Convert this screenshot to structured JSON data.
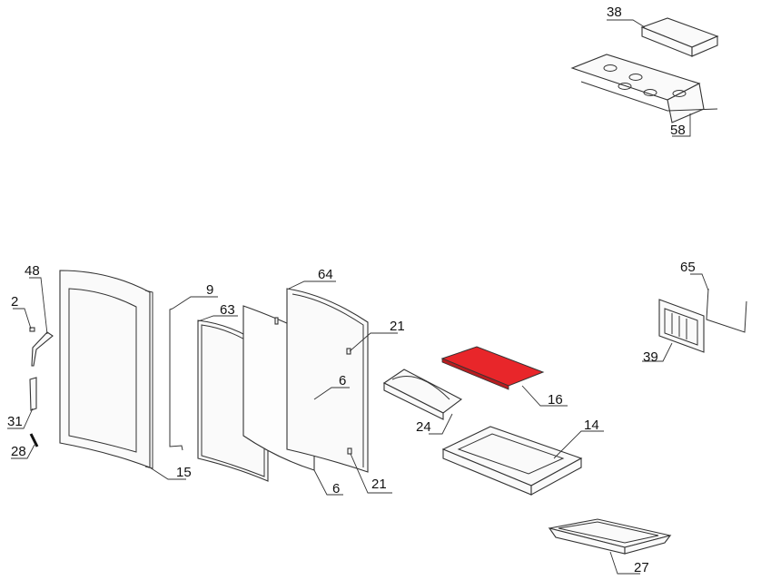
{
  "diagram": {
    "type": "exploded-parts-view",
    "highlight_color": "#e8262a",
    "labels": {
      "p38": "38",
      "p58": "58",
      "p48": "48",
      "p2": "2",
      "p31": "31",
      "p28": "28",
      "p15": "15",
      "p9": "9",
      "p63": "63",
      "p64": "64",
      "p21a": "21",
      "p6a": "6",
      "p6b": "6",
      "p21b": "21",
      "p24": "24",
      "p16": "16",
      "p14": "14",
      "p65": "65",
      "p39": "39",
      "p27": "27"
    }
  }
}
